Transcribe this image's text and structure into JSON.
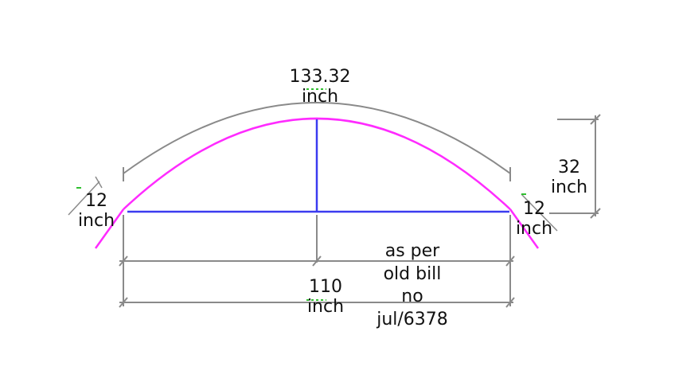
{
  "dimensions": {
    "arc_length": {
      "value": "133.32",
      "unit": "inch"
    },
    "rise": {
      "value": "32",
      "unit": "inch"
    },
    "span": {
      "value": "110",
      "unit": "inch"
    },
    "left_extension": {
      "value": "12",
      "unit": "inch"
    },
    "right_extension": {
      "value": "12",
      "unit": "inch"
    }
  },
  "note": {
    "line1": "as per",
    "line2": "old bill",
    "line3": "no",
    "line4": "jul/6378"
  },
  "colors": {
    "arch": "#ff2bff",
    "chord": "#3b3bf0",
    "dimension": "#8a8a8a",
    "text": "#111111"
  }
}
